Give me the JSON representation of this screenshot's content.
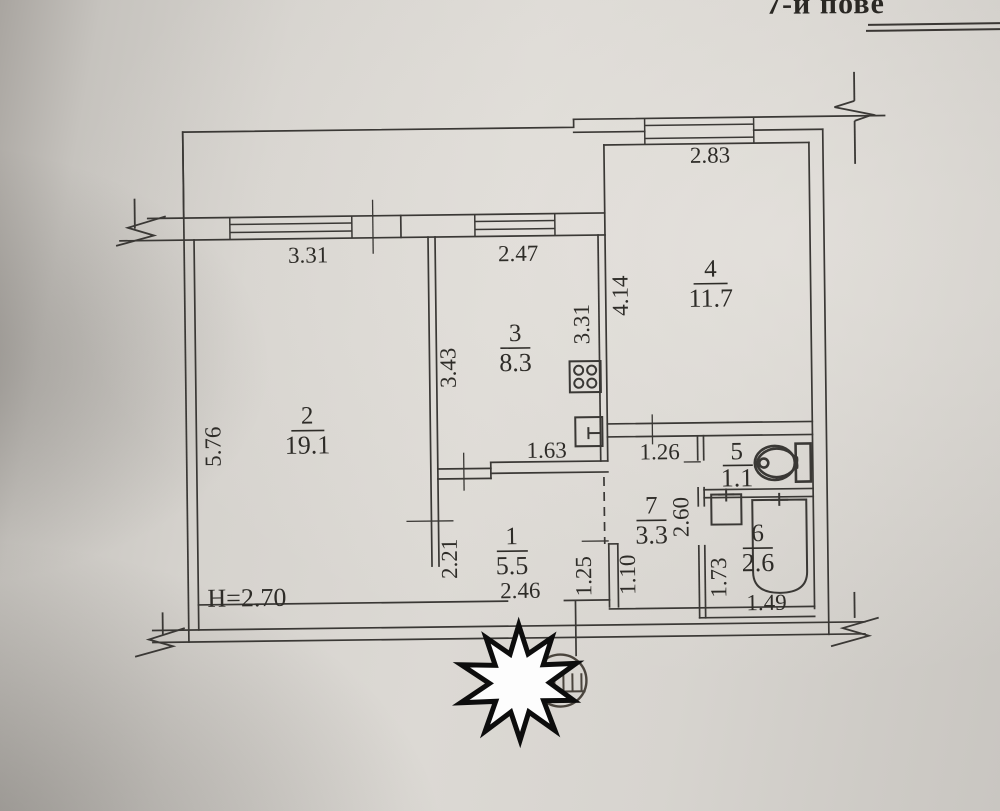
{
  "header": {
    "floor_label": "7-и пове"
  },
  "plan": {
    "height_note": "H=2.70",
    "rooms": {
      "r1": {
        "number": "1",
        "area": "5.5"
      },
      "r2": {
        "number": "2",
        "area": "19.1"
      },
      "r3": {
        "number": "3",
        "area": "8.3"
      },
      "r4": {
        "number": "4",
        "area": "11.7"
      },
      "r5": {
        "number": "5",
        "area": "1.1"
      },
      "r6": {
        "number": "6",
        "area": "2.6"
      },
      "r7": {
        "number": "7",
        "area": "3.3"
      }
    },
    "dims": {
      "room2_top": "3.31",
      "kitchen_top": "2.47",
      "room4_top": "2.83",
      "room2_left": "5.76",
      "kitchen_left": "3.43",
      "kitchen_right": "3.31",
      "room4_left": "4.14",
      "kitchen_bottom": "1.63",
      "corridor_top": "1.26",
      "hall_left": "2.21",
      "hall_bottom": "2.46",
      "hall_right": "1.25",
      "room7_left": "1.10",
      "room7_right": "2.60",
      "bath_left": "1.73",
      "bath_bottom": "1.49"
    }
  },
  "colors": {
    "paper": "#d8d5d0",
    "ink": "#3a3835"
  }
}
